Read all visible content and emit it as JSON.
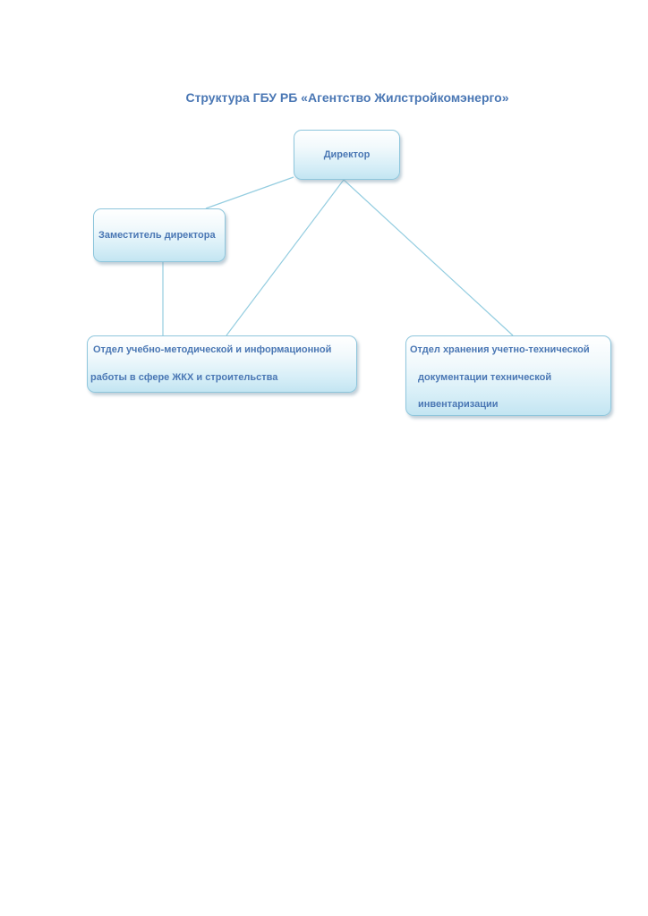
{
  "title": "Структура ГБУ РБ «Агентство Жилстройкомэнерго»",
  "nodes": {
    "director": {
      "label": "Директор"
    },
    "deputy": {
      "label": "Заместитель директора"
    },
    "department_1": {
      "lines": [
        "Отдел учебно-методической и информационной",
        "работы в сфере ЖКХ и строительства"
      ]
    },
    "department_2": {
      "lines": [
        "Отдел хранения учетно-технической",
        "документации технической",
        "инвентаризации"
      ]
    }
  },
  "edges": [
    {
      "from": "director",
      "to": "deputy"
    },
    {
      "from": "director",
      "to": "department_1"
    },
    {
      "from": "director",
      "to": "department_2"
    },
    {
      "from": "deputy",
      "to": "department_1"
    }
  ],
  "colors": {
    "text": "#4a77b4",
    "line": "#94cde0",
    "box_border": "#8ec6dc",
    "box_fill_bottom": "#c3e5f2"
  }
}
